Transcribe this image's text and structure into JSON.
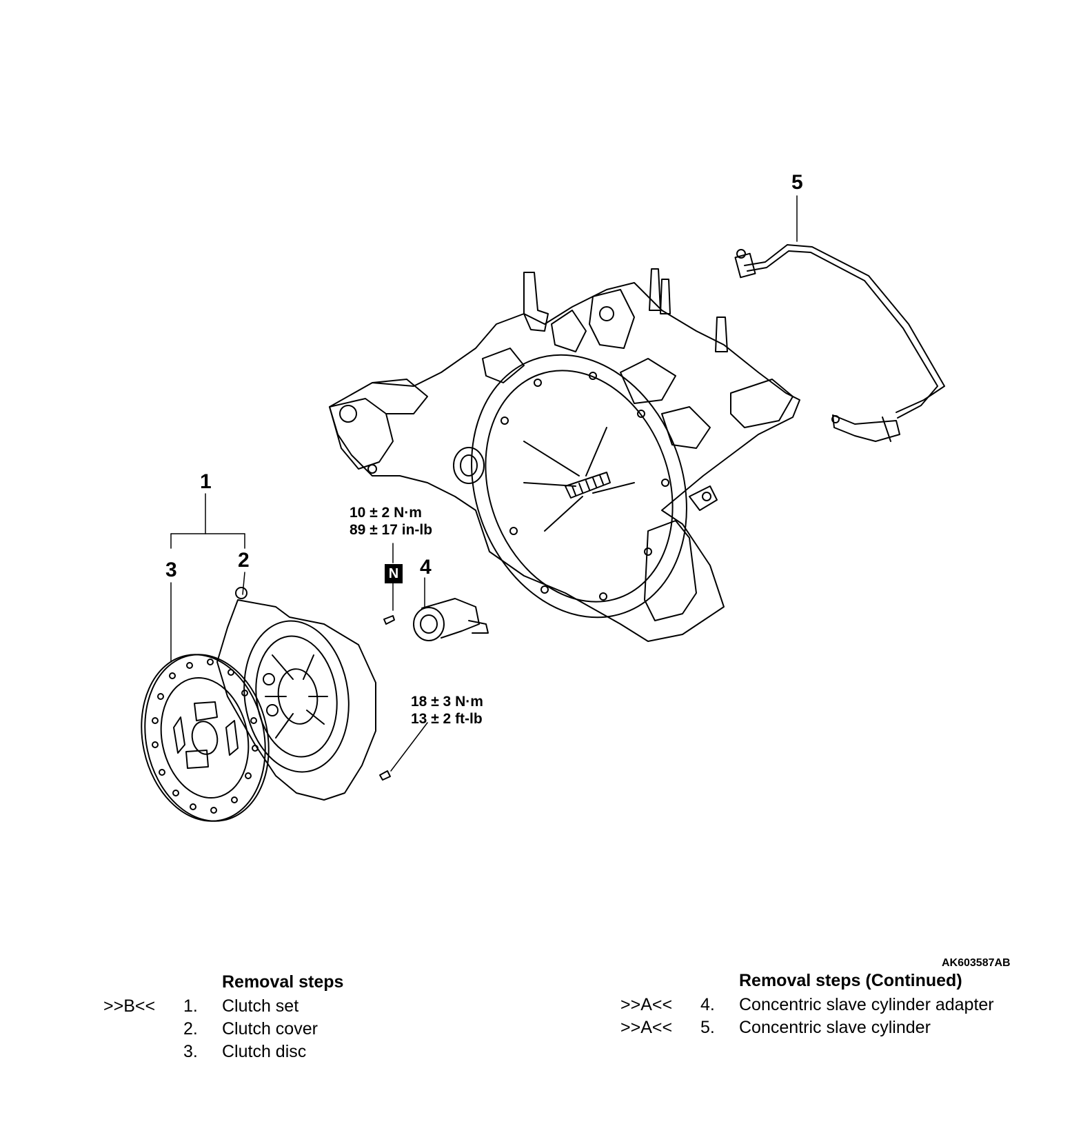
{
  "callouts": {
    "c1": "1",
    "c2": "2",
    "c3": "3",
    "c4": "4",
    "c5": "5"
  },
  "torque": {
    "bolt_small": [
      "10 ± 2 N·m",
      "89 ± 17 in-lb"
    ],
    "bolt_cover": [
      "18 ± 3 N·m",
      "13 ± 2 ft-lb"
    ]
  },
  "n_symbol": "N",
  "figure_code": "AK603587AB",
  "removal_left": {
    "header": "Removal steps",
    "rows": [
      {
        "mark": ">>B<<",
        "num": "1.",
        "label": "Clutch set"
      },
      {
        "mark": "",
        "num": "2.",
        "label": "Clutch cover"
      },
      {
        "mark": "",
        "num": "3.",
        "label": "Clutch disc"
      }
    ]
  },
  "removal_right": {
    "header": "Removal steps (Continued)",
    "rows": [
      {
        "mark": ">>A<<",
        "num": "4.",
        "label": "Concentric slave cylinder adapter"
      },
      {
        "mark": ">>A<<",
        "num": "5.",
        "label": "Concentric slave cylinder"
      }
    ]
  }
}
